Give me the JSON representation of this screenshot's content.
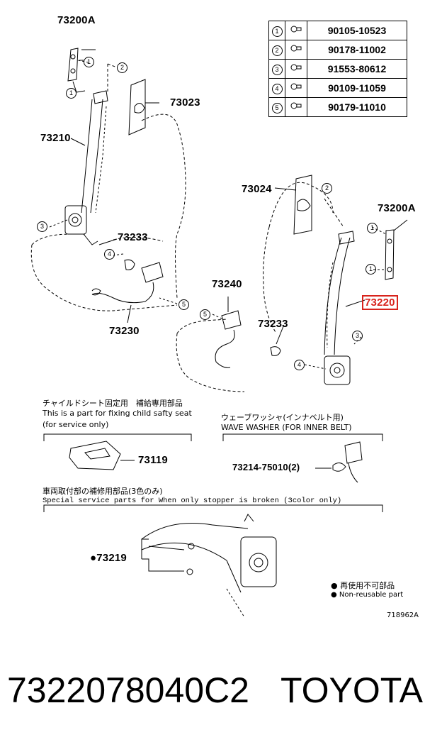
{
  "callouts": {
    "retractor_set_top_left": "73200A",
    "retractor_set_right": "73200A",
    "cover_left": "73023",
    "belt_assy_left": "73210",
    "cover_right": "73024",
    "stopper_left": "73233",
    "stopper_right": "73233",
    "buckle_left": "73230",
    "buckle_right": "73240",
    "belt_assy_right": "73220",
    "child_seat_part": "73119",
    "wave_washer_part": "73214-75010(2)",
    "special_part": "●73219"
  },
  "hardware_table": [
    {
      "index": "1",
      "part": "90105-10523"
    },
    {
      "index": "2",
      "part": "90178-11002"
    },
    {
      "index": "3",
      "part": "91553-80612"
    },
    {
      "index": "4",
      "part": "90109-11059"
    },
    {
      "index": "5",
      "part": "90179-11010"
    }
  ],
  "ref_circles": {
    "one": "1",
    "two": "2",
    "three": "3",
    "four": "4",
    "five": "5"
  },
  "notes": {
    "child_seat_jp": "チャイルドシート固定用　補給専用部品",
    "child_seat_en1": "This is a part for fixing child safty seat",
    "child_seat_en2": "(for service only)",
    "washer_jp": "ウェーブワッシャ(インナベルト用)",
    "washer_en": "WAVE WASHER (FOR INNER BELT)",
    "special_jp": "車両取付部の補修用部品(3色のみ)",
    "special_en": "Special  service  parts  for  When  only  stopper  is  broken  (3color  only)",
    "legend_jp": "再使用不可部品",
    "legend_en": "Non-reusable part",
    "figure_code": "718962A"
  },
  "footer": {
    "part_code": "7322078040C2",
    "brand": "TOYOTA"
  },
  "colors": {
    "highlight": "#d8231c",
    "ink": "#000000"
  }
}
